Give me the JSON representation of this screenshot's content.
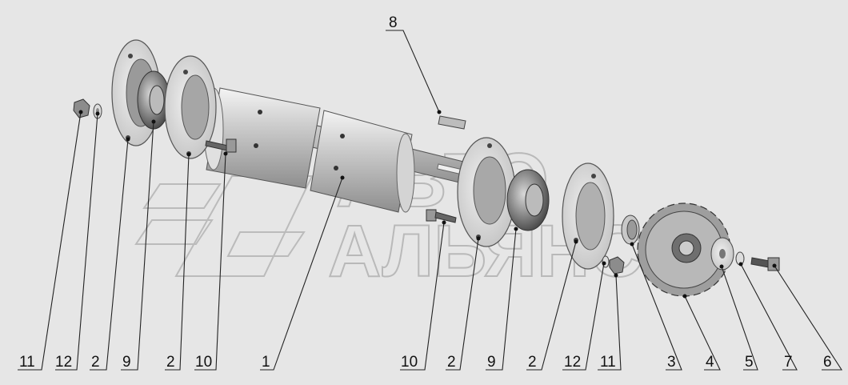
{
  "watermark": {
    "line1": "АВТО",
    "line2": "АЛЬЯНС"
  },
  "callouts": [
    {
      "id": "c11a",
      "text": "11"
    },
    {
      "id": "c12a",
      "text": "12"
    },
    {
      "id": "c2a",
      "text": "2"
    },
    {
      "id": "c9a",
      "text": "9"
    },
    {
      "id": "c2b",
      "text": "2"
    },
    {
      "id": "c10a",
      "text": "10"
    },
    {
      "id": "c1",
      "text": "1"
    },
    {
      "id": "c10b",
      "text": "10"
    },
    {
      "id": "c2c",
      "text": "2"
    },
    {
      "id": "c9b",
      "text": "9"
    },
    {
      "id": "c2d",
      "text": "2"
    },
    {
      "id": "c12b",
      "text": "12"
    },
    {
      "id": "c11b",
      "text": "11"
    },
    {
      "id": "c3",
      "text": "3"
    },
    {
      "id": "c4",
      "text": "4"
    },
    {
      "id": "c5",
      "text": "5"
    },
    {
      "id": "c7",
      "text": "7"
    },
    {
      "id": "c6",
      "text": "6"
    },
    {
      "id": "c8",
      "text": "8"
    }
  ]
}
